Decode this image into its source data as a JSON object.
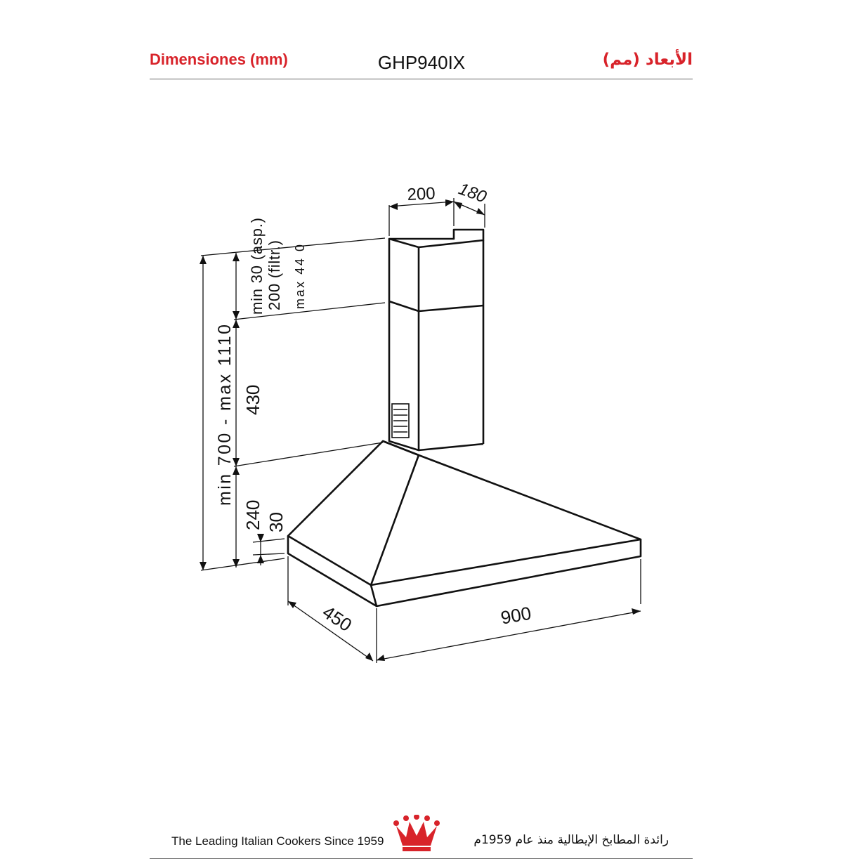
{
  "header": {
    "title_es": "Dimensiones (mm)",
    "model": "GHP940IX",
    "title_ar": "الأبعاد (مم)"
  },
  "diagram": {
    "chimney_width": "200",
    "chimney_depth": "180",
    "clearance_label_1": "min 30 (asp.)",
    "clearance_label_2": "200 (filtr.)",
    "clearance_label_3": "max 44 0",
    "chimney_height": "430",
    "total_height": "min 700 -  max 1110",
    "hood_height": "240",
    "rim_height": "30",
    "hood_depth": "450",
    "hood_width": "900"
  },
  "footer": {
    "tagline_en": "The Leading Italian Cookers Since 1959",
    "tagline_ar": "رائدة المطابخ الإيطالية منذ عام 1959م",
    "logo_icon": "crown-icon",
    "logo_color": "#d8232a"
  }
}
